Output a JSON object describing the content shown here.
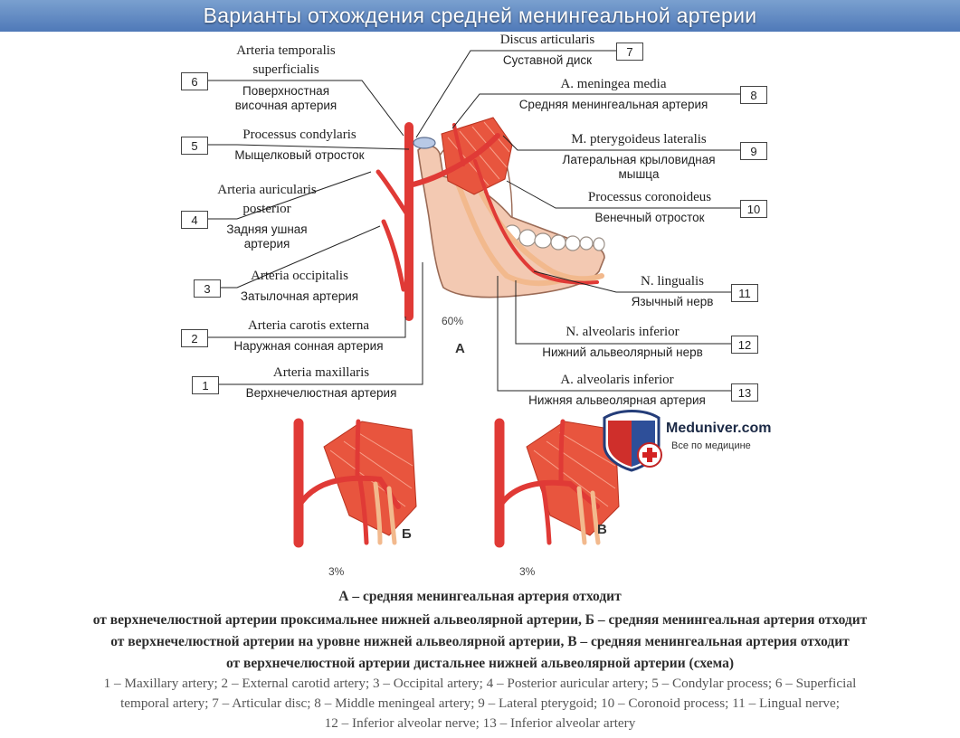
{
  "title": "Варианты отхождения средней менингеальной артерии",
  "labels": [
    {
      "n": "1",
      "latin": "Arteria maxillaris",
      "russian": "Верхнечелюстная артерия"
    },
    {
      "n": "2",
      "latin": "Arteria carotis externa",
      "russian": "Наружная сонная артерия"
    },
    {
      "n": "3",
      "latin": "Arteria occipitalis",
      "russian": "Затылочная артерия"
    },
    {
      "n": "4",
      "latin": "Arteria auricularis posterior",
      "latin2": "",
      "russian": "Задняя ушная артерия"
    },
    {
      "n": "5",
      "latin": "Processus condylaris",
      "russian": "Мыщелковый отросток"
    },
    {
      "n": "6",
      "latin": "Arteria temporalis superficialis",
      "russian": "Поверхностная височная артерия"
    },
    {
      "n": "7",
      "latin": "Discus articularis",
      "russian": "Суставной диск"
    },
    {
      "n": "8",
      "latin": "A. meningea media",
      "russian": "Средняя менингеальная артерия"
    },
    {
      "n": "9",
      "latin": "M. pterygoideus lateralis",
      "russian": "Латеральная крыловидная мышца"
    },
    {
      "n": "10",
      "latin": "Processus coronoideus",
      "russian": "Венечный отросток"
    },
    {
      "n": "11",
      "latin": "N. lingualis",
      "russian": "Язычный нерв"
    },
    {
      "n": "12",
      "latin": "N. alveolaris inferior",
      "russian": "Нижний альвеолярный нерв"
    },
    {
      "n": "13",
      "latin": "A. alveolaris inferior",
      "russian": "Нижняя альвеолярная артерия"
    }
  ],
  "label_lines": {
    "l6a": "Arteria temporalis",
    "l6b": "superficialis",
    "r6a": "Поверхностная",
    "r6b": "височная артерия",
    "l4a": "Arteria auricularis",
    "l4b": "posterior",
    "r4a": "Задняя ушная",
    "r4b": "артерия",
    "r9a": "Латеральная крыловидная",
    "r9b": "мышца"
  },
  "panels": {
    "a": {
      "letter": "А",
      "percent": "60%"
    },
    "b": {
      "letter": "Б",
      "percent": "3%"
    },
    "c": {
      "letter": "В",
      "percent": "3%"
    }
  },
  "brand": {
    "name": "Meduniver.com",
    "tagline": "Все по медицине"
  },
  "caption": {
    "line1": "А – средняя менингеальная артерия отходит",
    "line2": "от верхнечелюстной артерии проксимальнее нижней альвеолярной артерии, Б – средняя менингеальная артерия отходит",
    "line3": "от верхнечелюстной артерии на уровне нижней альвеолярной артерии, В – средняя менингеальная артерия отходит",
    "line4": "от верхнечелюстной артерии дистальнее нижней альвеолярной артерии  (схема)"
  },
  "legend": {
    "line1": "1 – Maxillary artery; 2 – External carotid artery; 3 – Occipital artery; 4 – Posterior auricular artery; 5 – Condylar process; 6 – Superficial",
    "line2": "temporal artery; 7 – Articular disc; 8 – Middle meningeal artery; 9 – Lateral pterygoid; 10 – Coronoid process; 11 – Lingual nerve;",
    "line3": "12 – Inferior alveolar nerve; 13 – Inferior alveolar artery"
  },
  "colors": {
    "banner": "#5b84bf",
    "artery": "#e03a36",
    "muscle": "#e8553e",
    "bone": "#f3c9b2",
    "nerve": "#f2b98d"
  }
}
